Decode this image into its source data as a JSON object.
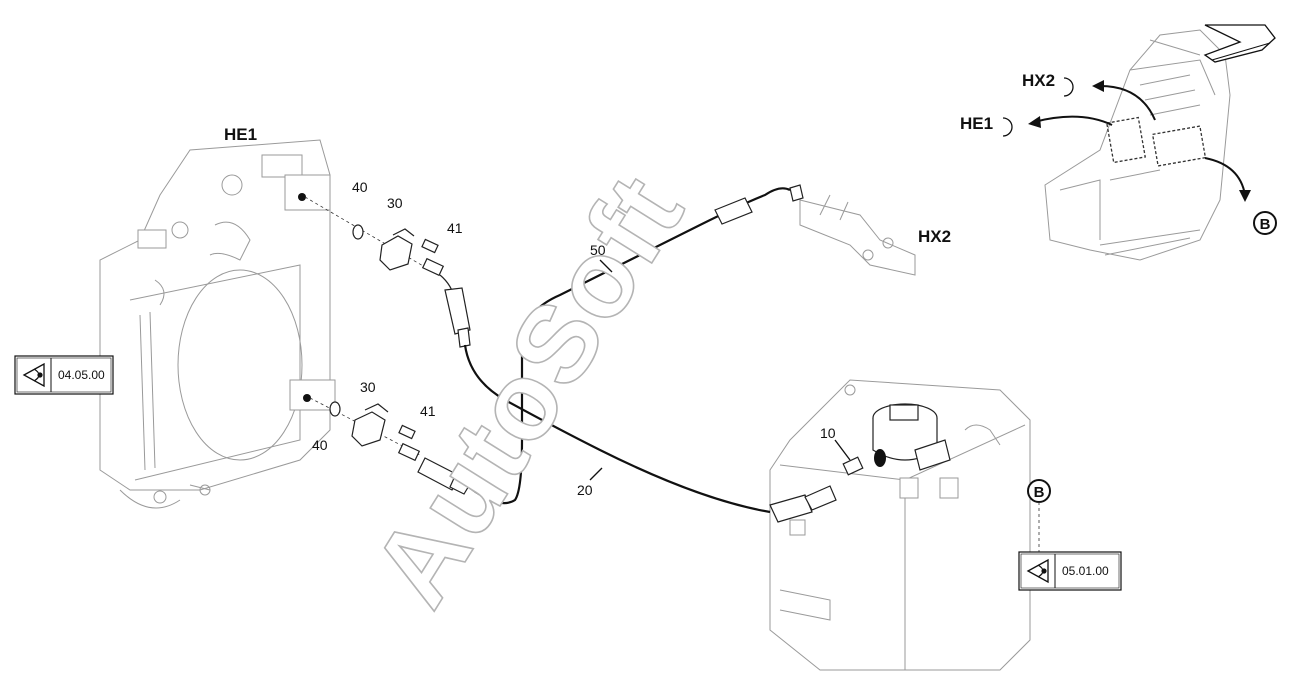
{
  "labels": {
    "he1": "HE1",
    "hx2": "HX2",
    "b": "B",
    "p40a": "40",
    "p30a": "30",
    "p41a": "41",
    "p30b": "30",
    "p41b": "41",
    "p40b": "40",
    "p50": "50",
    "p20": "20",
    "p10": "10"
  },
  "inset": {
    "hx2": "HX2",
    "he1": "HE1",
    "b": "B"
  },
  "refs": {
    "left": "04.05.00",
    "right": "05.01.00"
  },
  "watermark": "AutoSoft"
}
